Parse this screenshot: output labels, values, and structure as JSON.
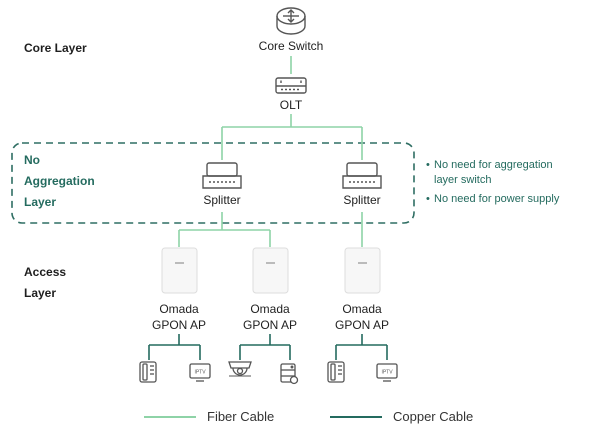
{
  "layers": {
    "core": [
      "Core Layer"
    ],
    "aggregation": [
      "No",
      "Aggregation",
      "Layer"
    ],
    "access": [
      "Access",
      "Layer"
    ]
  },
  "nodes": {
    "core_switch": "Core Switch",
    "olt": "OLT",
    "splitter_left": "Splitter",
    "splitter_right": "Splitter",
    "ap_line1": "Omada",
    "ap_line2": "GPON AP"
  },
  "notes": [
    "No need for aggregation",
    "layer switch",
    "No need for power supply"
  ],
  "device_icons": {
    "phone": "phone-icon",
    "iptv": "IPTV",
    "camera": "camera-icon",
    "storage": "storage-icon"
  },
  "legend": {
    "fiber": "Fiber Cable",
    "copper": "Copper Cable"
  },
  "colors": {
    "fiber": "#8ed3a7",
    "copper": "#246b5f",
    "accent_text": "#246b5f",
    "icon_stroke": "#555555"
  }
}
